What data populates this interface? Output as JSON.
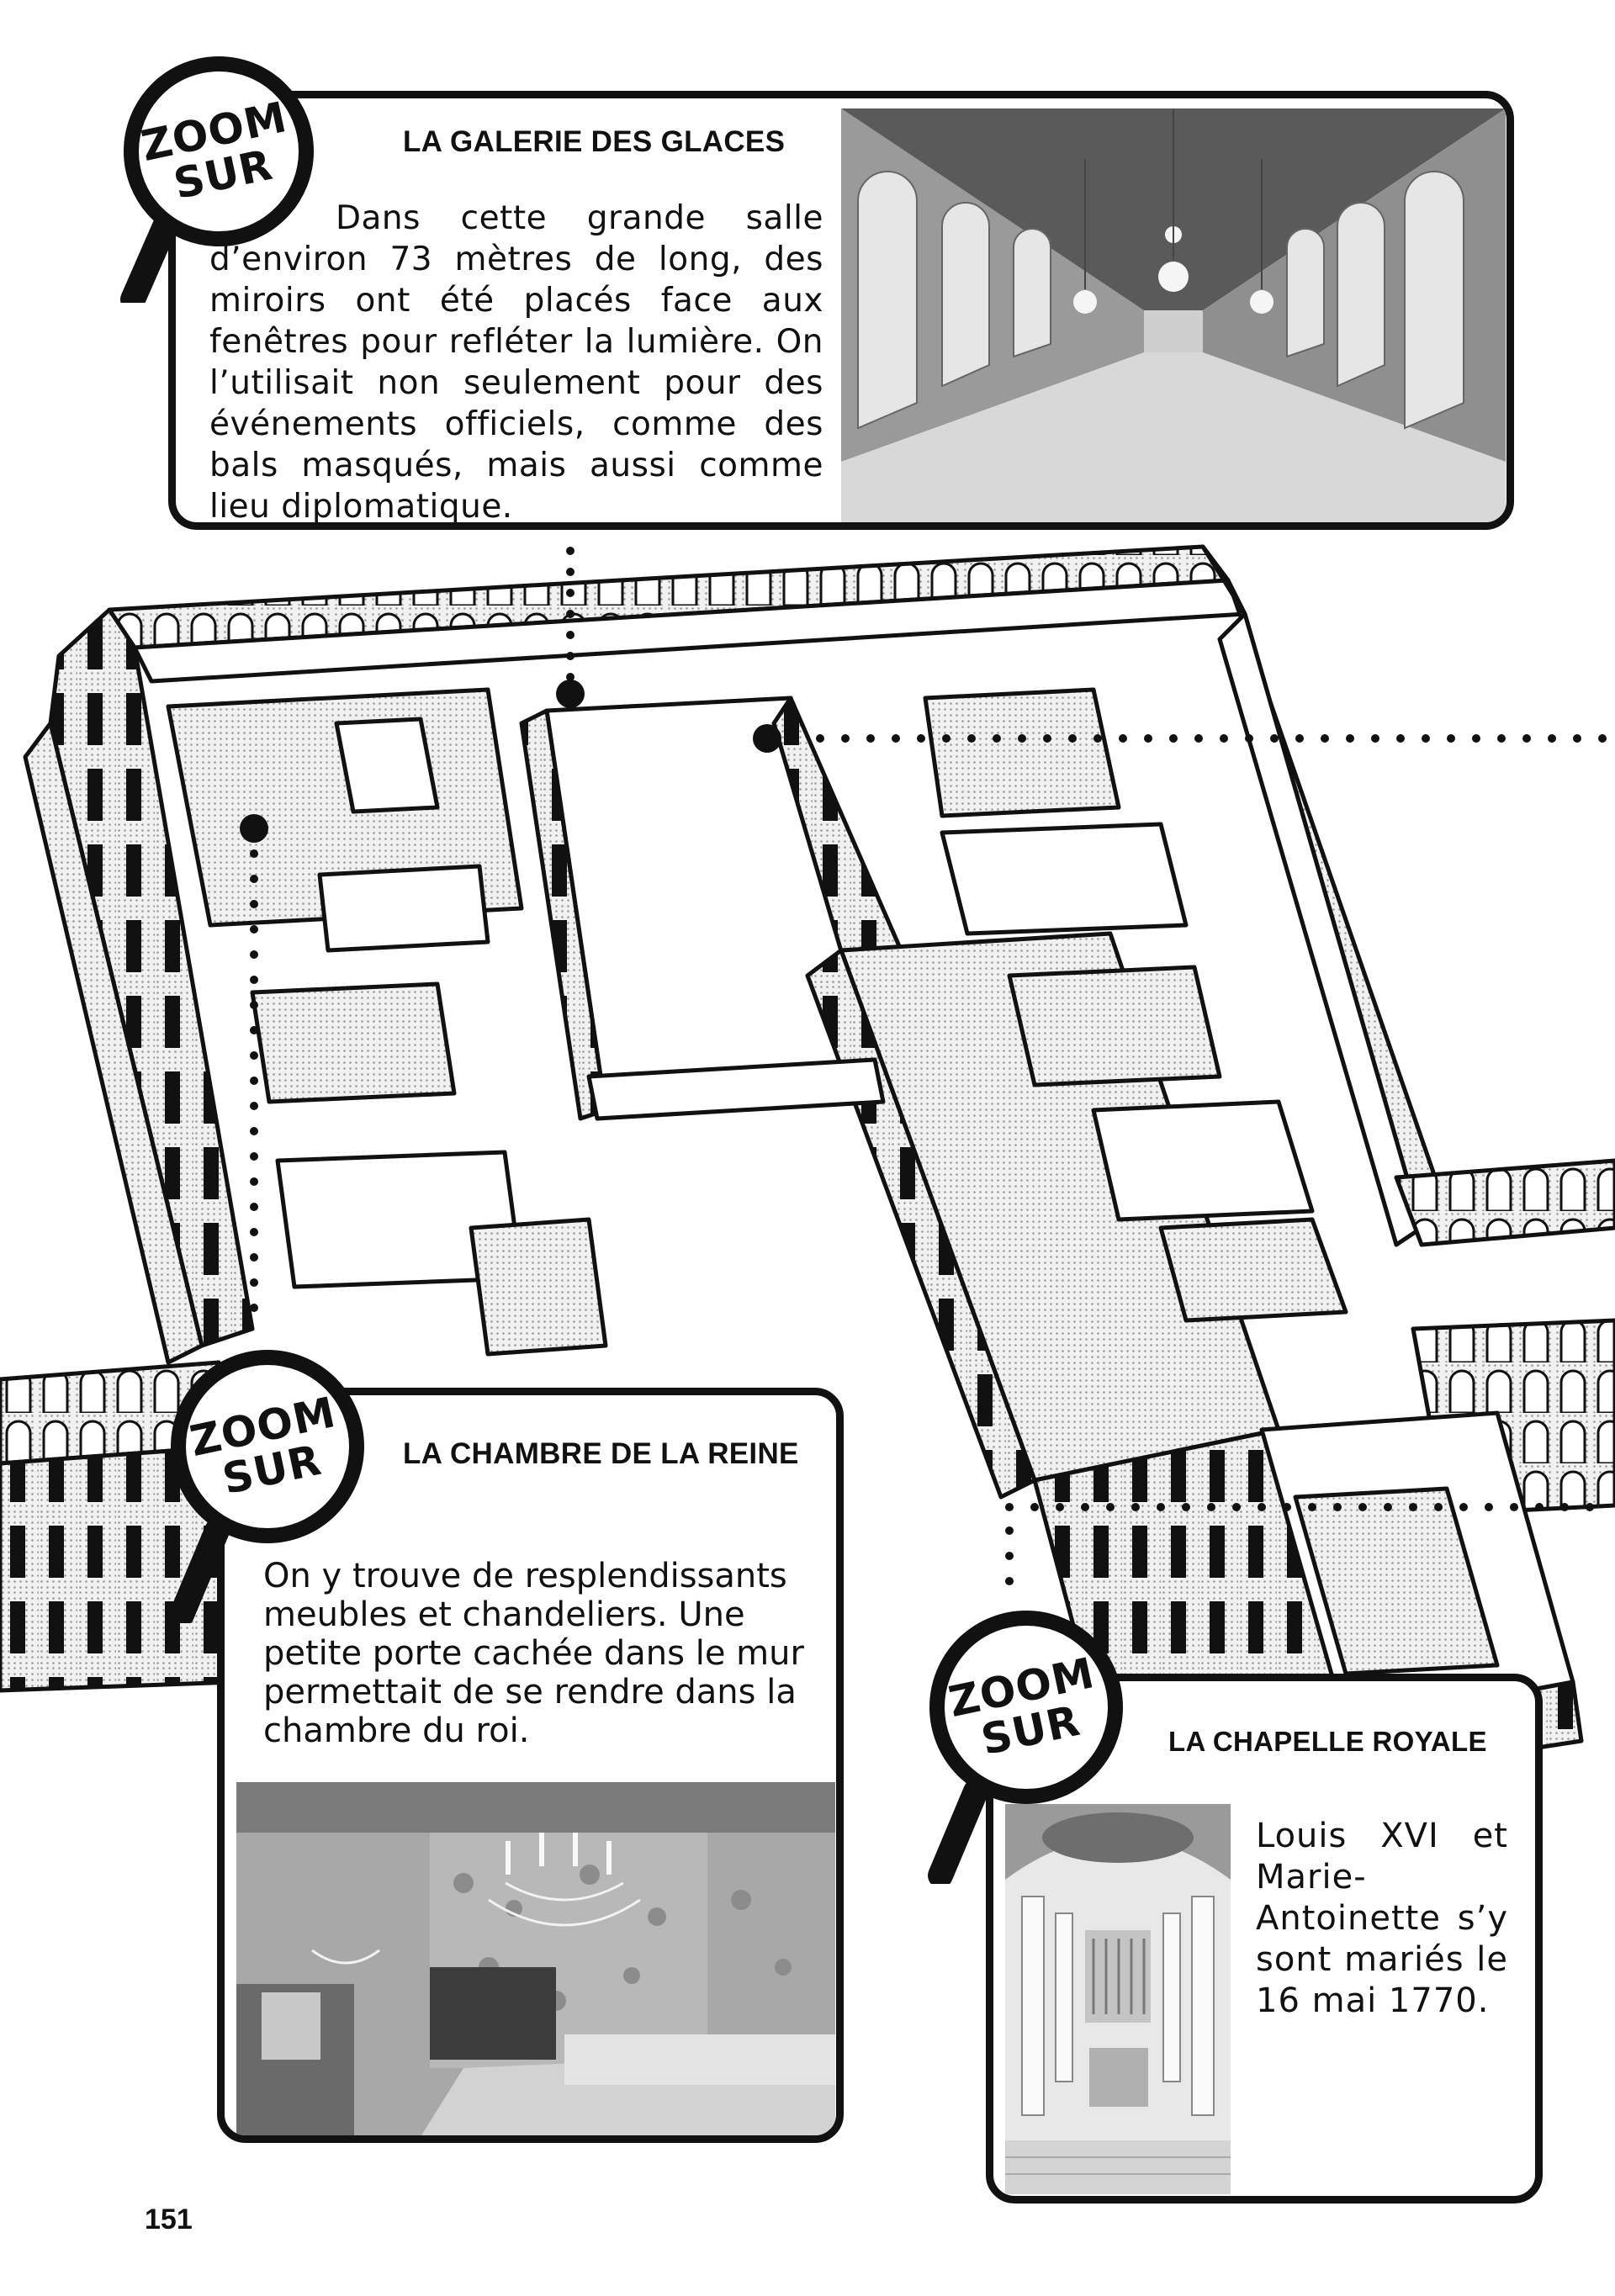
{
  "page_number": "151",
  "badge_text": {
    "line1": "ZOOM",
    "line2": "SUR"
  },
  "callouts": {
    "galerie": {
      "title": "LA GALERIE DES GLACES",
      "text": "Dans cette grande salle d’environ 73 mètres de long, des miroirs ont été placés face aux fenêtres pour refléter la lumière. On l’utilisait non seulement pour des événements officiels, comme des bals masqués, mais aussi comme lieu diplomatique."
    },
    "chambre": {
      "title": "LA CHAMBRE DE LA REINE",
      "text": "On y trouve de resplendissants meubles et chandeliers. Une petite porte cachée dans le mur permettait de se rendre dans la chambre du roi."
    },
    "chapelle": {
      "title": "LA CHAPELLE ROYALE",
      "text": "Louis XVI et Marie-Antoinette s’y sont mariés le 16 mai 1770."
    }
  },
  "colors": {
    "ink": "#111111",
    "paper": "#ffffff",
    "screen": "#d9d9d9"
  }
}
